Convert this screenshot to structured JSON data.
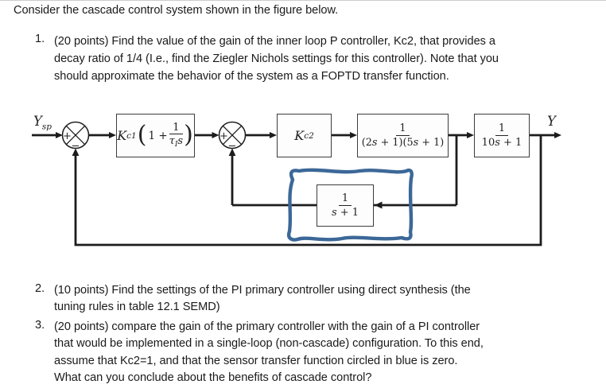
{
  "title": "Consider the cascade control system shown in the figure below.",
  "items": [
    {
      "number": "1.",
      "lines": [
        "(20 points) Find the value of the gain of the inner loop P controller, Kc2, that provides a",
        "decay ratio of 1/4 (I.e., find the Ziegler Nichols settings for this controller). Note that you",
        "should approximate the behavior of the system as a FOPTD transfer function."
      ]
    },
    {
      "number": "2.",
      "lines": [
        "(10 points) Find the settings of the PI primary controller using direct synthesis (the",
        "tuning rules in table 12.1 SEMD)"
      ]
    },
    {
      "number": "3.",
      "lines": [
        "(20 points) compare the gain of the primary controller with the gain of a PI controller",
        "that would be implemented in a single-loop (non-cascade) configuration. To this end,",
        "assume that Kc2=1, and that the sensor transfer function circled in blue is zero.",
        "What can you conclude about the benefits of cascade control?"
      ]
    }
  ],
  "diagram": {
    "input_label": {
      "base": "Y",
      "sub": "sp"
    },
    "output_label": "Y",
    "sum_junctions": [
      {
        "plus": "+",
        "minus": "−"
      },
      {
        "plus": "+",
        "minus": "−"
      }
    ],
    "blocks": {
      "primary_controller": {
        "gain_base": "K",
        "gain_sub": "c1",
        "paren_open": "(",
        "term": "1 +",
        "frac_num": "1",
        "den_tau": "τ",
        "den_tau_sub": "I",
        "den_s": "s",
        "paren_close": ")"
      },
      "inner_controller": {
        "gain_base": "K",
        "gain_sub": "c2"
      },
      "process_inner": {
        "num": "1",
        "den_segments": [
          "(2",
          "s",
          " + 1)(5",
          "s",
          " + 1)"
        ]
      },
      "process_outer": {
        "num": "1",
        "den_segments": [
          "10",
          "s",
          " + 1"
        ]
      },
      "inner_sensor": {
        "num": "1",
        "den_segments": [
          "s",
          " + 1"
        ]
      }
    },
    "colors": {
      "line": "#1c1c1c",
      "annotation_blue": "#3c6898"
    }
  }
}
